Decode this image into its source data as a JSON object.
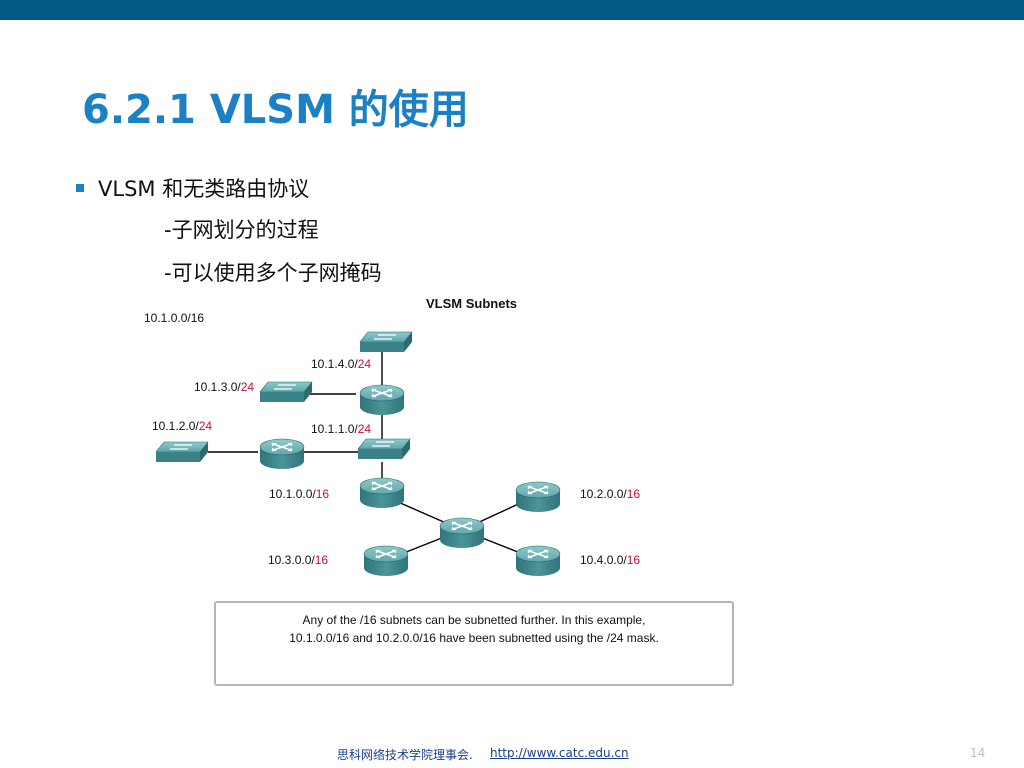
{
  "slide": {
    "title": "6.2.1 VLSM 的使用",
    "bullet": "VLSM 和无类路由协议",
    "sub_items": [
      "-子网划分的过程",
      "-可以使用多个子网掩码"
    ]
  },
  "diagram": {
    "title": "VLSM Subnets",
    "labels": [
      {
        "net": "10.1.0.0/",
        "mask": "16",
        "mask_red": false
      },
      {
        "net": "10.1.4.0/",
        "mask": "24",
        "mask_red": true
      },
      {
        "net": "10.1.3.0/",
        "mask": "24",
        "mask_red": true
      },
      {
        "net": "10.1.2.0/",
        "mask": "24",
        "mask_red": true
      },
      {
        "net": "10.1.1.0/",
        "mask": "24",
        "mask_red": true
      },
      {
        "net": "10.1.0.0/",
        "mask": "16",
        "mask_red": true
      },
      {
        "net": "10.2.0.0/",
        "mask": "16",
        "mask_red": true
      },
      {
        "net": "10.3.0.0/",
        "mask": "16",
        "mask_red": true
      },
      {
        "net": "10.4.0.0/",
        "mask": "16",
        "mask_red": true
      }
    ],
    "note_lines": [
      "Any of the /16 subnets can be subnetted further. In this example,",
      "10.1.0.0/16 and 10.2.0.0/16 have been subnetted  using the /24 mask."
    ]
  },
  "footer": {
    "org": "思科网络技术学院理事会.",
    "url": "http://www.catc.edu.cn",
    "page_number": "14"
  },
  "colors": {
    "top_bar": "#005a84",
    "title": "#1b81c4",
    "device": "#3e8a8f",
    "mask_highlight": "#c8102e"
  }
}
